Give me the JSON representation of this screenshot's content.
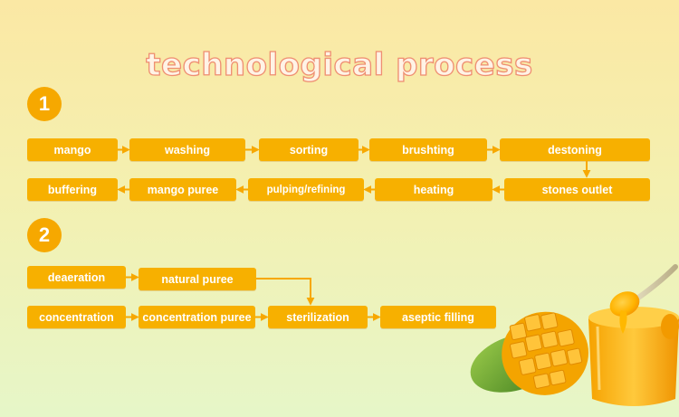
{
  "title": "technological process",
  "sections": [
    {
      "number": "1",
      "steps": [
        "mango",
        "washing",
        "sorting",
        "brushting",
        "destoning",
        "stones outlet",
        "heating",
        "pulping/refining",
        "mango puree",
        "buffering"
      ]
    },
    {
      "number": "2",
      "steps": [
        "deaeration",
        "natural puree",
        "concentration",
        "concentration puree",
        "sterilization",
        "aseptic filling"
      ]
    }
  ],
  "colors": {
    "box": "#f7b000",
    "arrow": "#f7a800",
    "title_stroke": "#ef8f72"
  }
}
